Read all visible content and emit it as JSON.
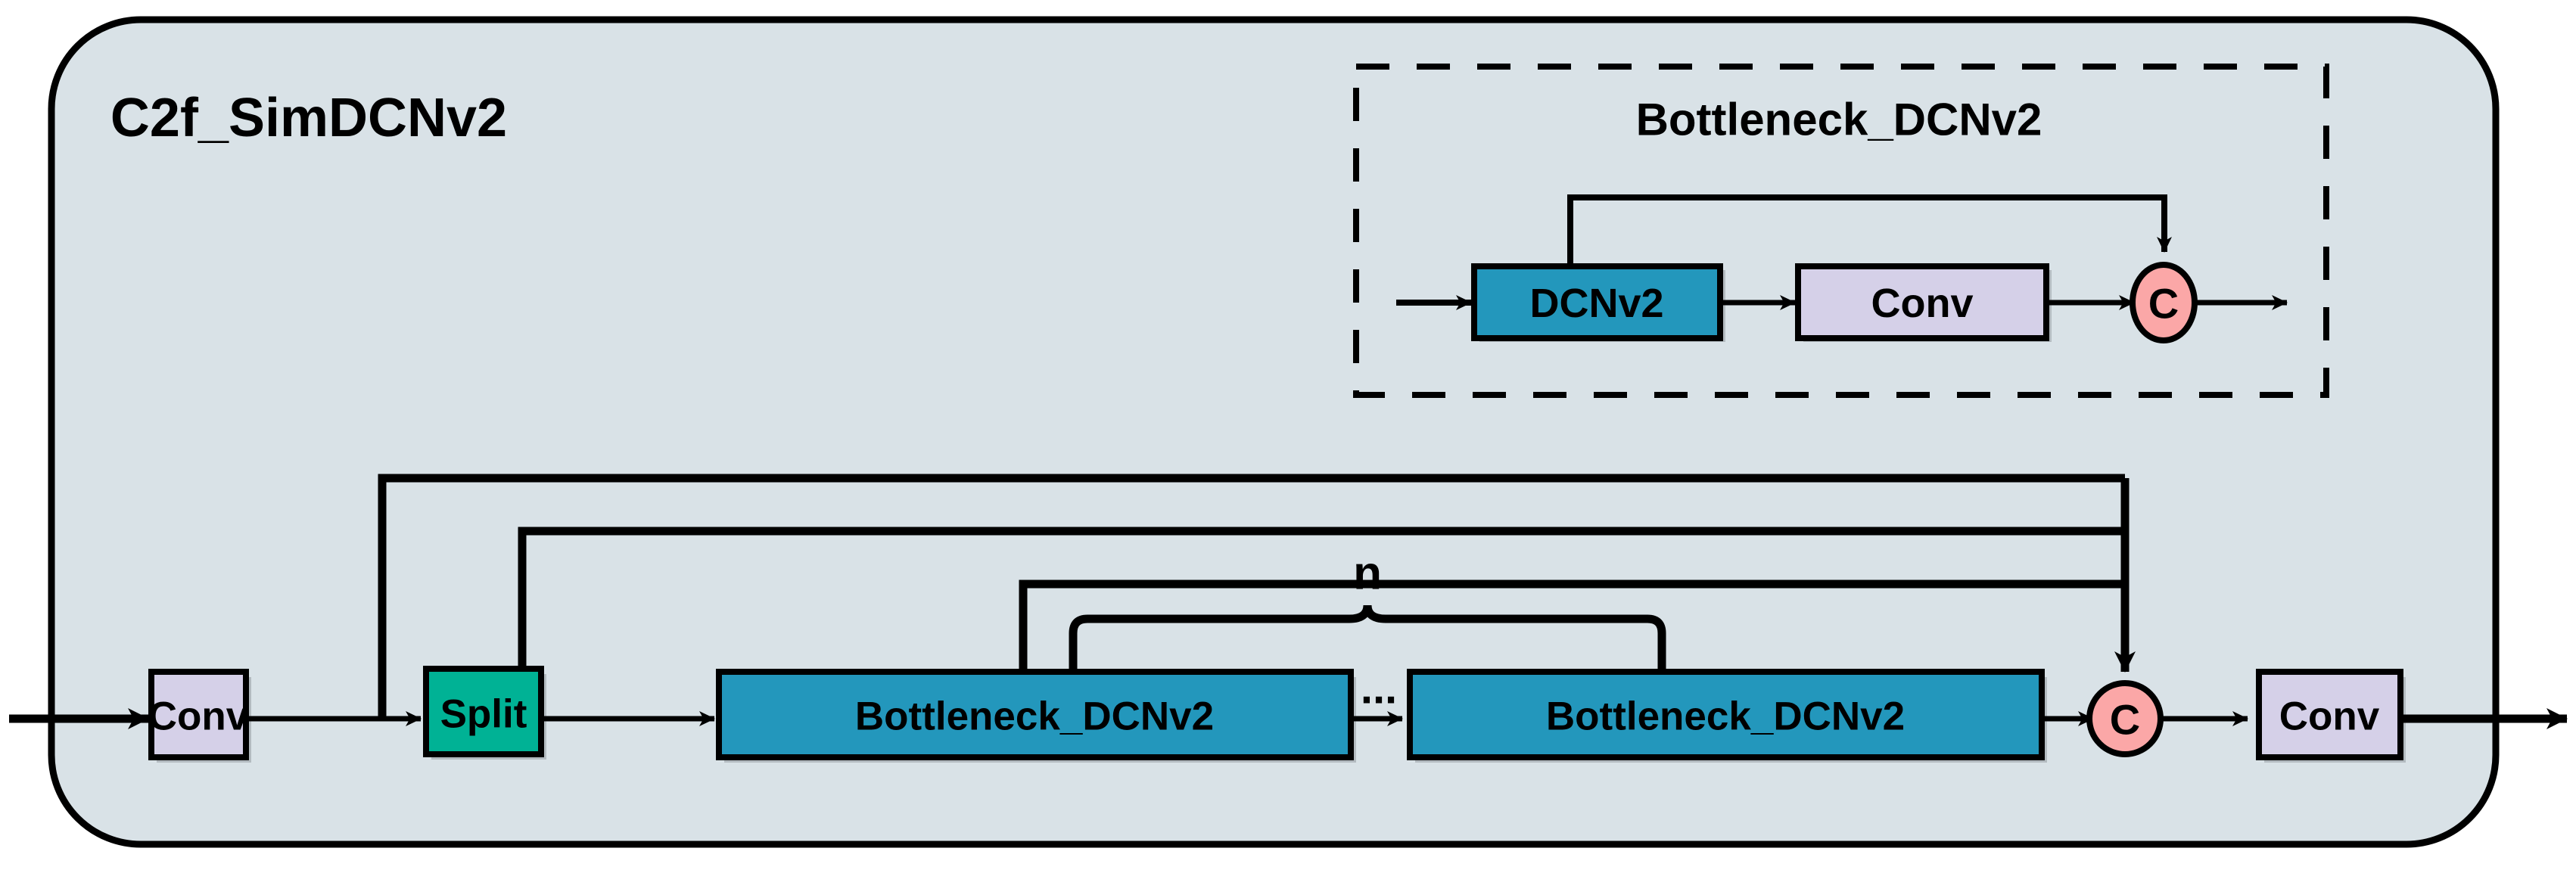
{
  "figure": {
    "title": "C2f_SimDCNv2",
    "background_color": "#ffffff",
    "container_fill": "#d9e2e7",
    "container_stroke": "#000000"
  },
  "colors": {
    "conv_fill": "#d5d0e8",
    "split_fill": "#00b295",
    "bottleneck_fill": "#2397bc",
    "dcnv2_fill": "#2397bc",
    "concat_fill": "#fba7a7",
    "line": "#000000",
    "container": "#d9e2e7"
  },
  "inset": {
    "title": "Bottleneck_DCNv2",
    "border_style": "dashed",
    "nodes": [
      {
        "id": "dcnv2",
        "label": "DCNv2",
        "shape": "rect",
        "fill": "#2397bc"
      },
      {
        "id": "conv",
        "label": "Conv",
        "shape": "rect",
        "fill": "#d5d0e8"
      },
      {
        "id": "concat",
        "label": "C",
        "shape": "ellipse",
        "fill": "#fba7a7"
      }
    ],
    "edges": [
      {
        "from": "input",
        "to": "dcnv2",
        "type": "arrow"
      },
      {
        "from": "dcnv2",
        "to": "conv",
        "type": "arrow"
      },
      {
        "from": "conv",
        "to": "concat",
        "type": "arrow"
      },
      {
        "from": "dcnv2",
        "to": "concat",
        "type": "skip-arrow"
      },
      {
        "from": "concat",
        "to": "output",
        "type": "arrow"
      }
    ]
  },
  "main": {
    "repeat_label": "n",
    "ellipsis": "...",
    "nodes": [
      {
        "id": "conv_in",
        "label": "Conv",
        "shape": "rect",
        "fill": "#d5d0e8"
      },
      {
        "id": "split",
        "label": "Split",
        "shape": "rect",
        "fill": "#00b295"
      },
      {
        "id": "bottleneck_1",
        "label": "Bottleneck_DCNv2",
        "shape": "rect",
        "fill": "#2397bc"
      },
      {
        "id": "bottleneck_n",
        "label": "Bottleneck_DCNv2",
        "shape": "rect",
        "fill": "#2397bc"
      },
      {
        "id": "concat",
        "label": "C",
        "shape": "ellipse",
        "fill": "#fba7a7"
      },
      {
        "id": "conv_out",
        "label": "Conv",
        "shape": "rect",
        "fill": "#d5d0e8"
      }
    ],
    "edges": [
      {
        "from": "input",
        "to": "conv_in",
        "type": "arrow"
      },
      {
        "from": "conv_in",
        "to": "split",
        "type": "arrow"
      },
      {
        "from": "split",
        "to": "bottleneck_1",
        "type": "arrow"
      },
      {
        "from": "bottleneck_1",
        "to": "bottleneck_n",
        "type": "arrow"
      },
      {
        "from": "bottleneck_n",
        "to": "concat",
        "type": "arrow"
      },
      {
        "from": "concat",
        "to": "conv_out",
        "type": "arrow"
      },
      {
        "from": "conv_out",
        "to": "output",
        "type": "arrow"
      },
      {
        "from": "conv_in_out",
        "to": "concat",
        "type": "skip"
      },
      {
        "from": "split",
        "to": "concat",
        "type": "skip"
      },
      {
        "from": "bottleneck_1",
        "to": "concat",
        "type": "skip"
      }
    ]
  }
}
